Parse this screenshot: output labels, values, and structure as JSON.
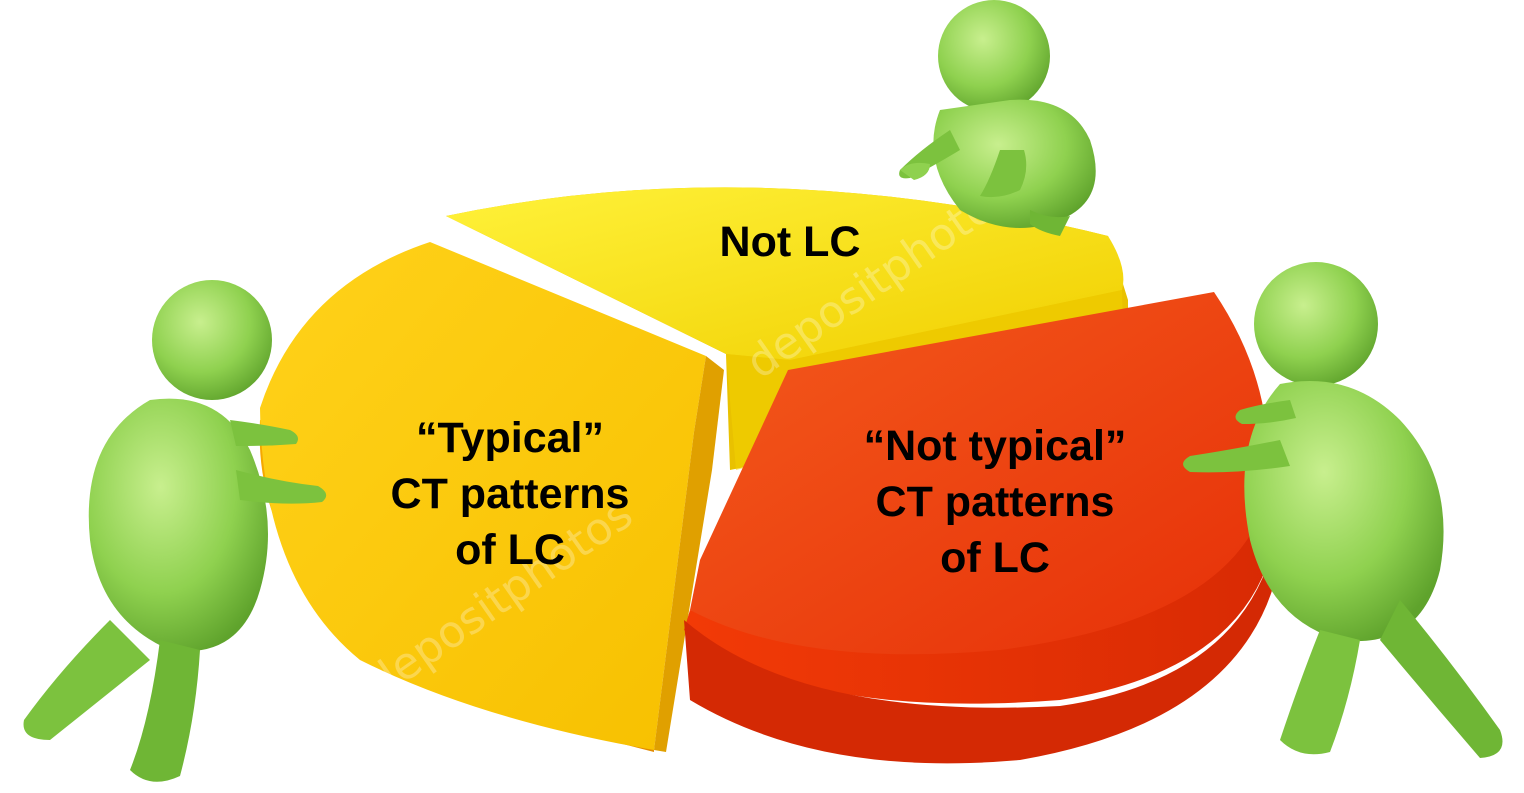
{
  "slices": {
    "top": {
      "lines": [
        "Not LC"
      ],
      "color": "#f7e600"
    },
    "left": {
      "lines": [
        "“Typical”",
        "CT patterns",
        "of LC"
      ],
      "color": "#f5b800"
    },
    "right": {
      "lines": [
        "“Not typical”",
        "CT patterns",
        "of LC"
      ],
      "color": "#ef3a0c"
    }
  },
  "figure_color": "#8fd14f",
  "watermark": "depositphotos"
}
